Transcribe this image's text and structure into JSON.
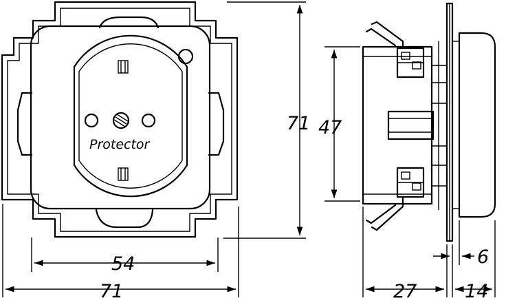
{
  "product": {
    "face_label": "Protector"
  },
  "dimensions": {
    "frame_width": "71",
    "frame_height": "71",
    "insert_width": "54",
    "insert_height": "47",
    "depth": "27",
    "plate_thickness": "6",
    "cover_depth": "14"
  },
  "colors": {
    "line": "#000000",
    "background": "#ffffff"
  }
}
